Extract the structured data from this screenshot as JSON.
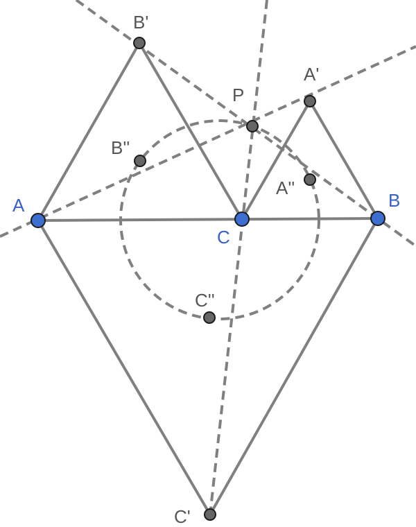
{
  "colors": {
    "line": "#808080",
    "base_point_fill": "#3d6fd0",
    "base_label": "#3561c8",
    "construct_point_fill": "#666666",
    "construct_label": "#555555",
    "point_stroke": "#1a1a1a"
  },
  "labels": {
    "A": "A",
    "B": "B",
    "C": "C",
    "A_prime": "A'",
    "B_prime": "B'",
    "C_prime": "C'",
    "A_dbl": "A''",
    "B_dbl": "B''",
    "C_dbl": "C''",
    "P": "P"
  }
}
